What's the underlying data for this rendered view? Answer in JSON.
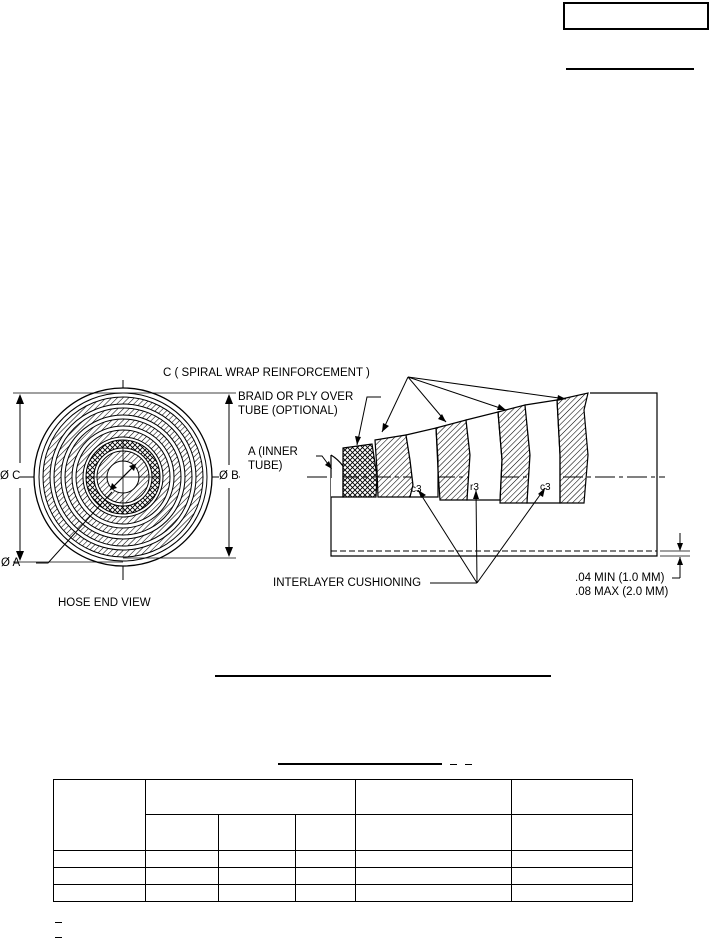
{
  "labels": {
    "spiral_wrap": "C ( SPIRAL WRAP REINFORCEMENT )",
    "braid_line1": "BRAID OR PLY OVER",
    "braid_line2": "TUBE (OPTIONAL)",
    "inner_line1": "A (INNER",
    "inner_line2": "TUBE)",
    "dia_c": "Ø C",
    "dia_b": "Ø B",
    "dia_a": "Ø A",
    "hose_end_view": "HOSE END VIEW",
    "interlayer": "INTERLAYER CUSHIONING",
    "min_dim": ".04 MIN (1.0 MM)",
    "max_dim": ".08 MAX (2.0 MM)"
  },
  "table": {
    "header_cells": [
      "",
      "",
      "",
      ""
    ],
    "rows": [
      [
        "",
        "",
        "",
        "",
        "",
        ""
      ],
      [
        "",
        "",
        "",
        "",
        "",
        ""
      ],
      [
        "",
        "",
        "",
        "",
        "",
        ""
      ]
    ]
  }
}
